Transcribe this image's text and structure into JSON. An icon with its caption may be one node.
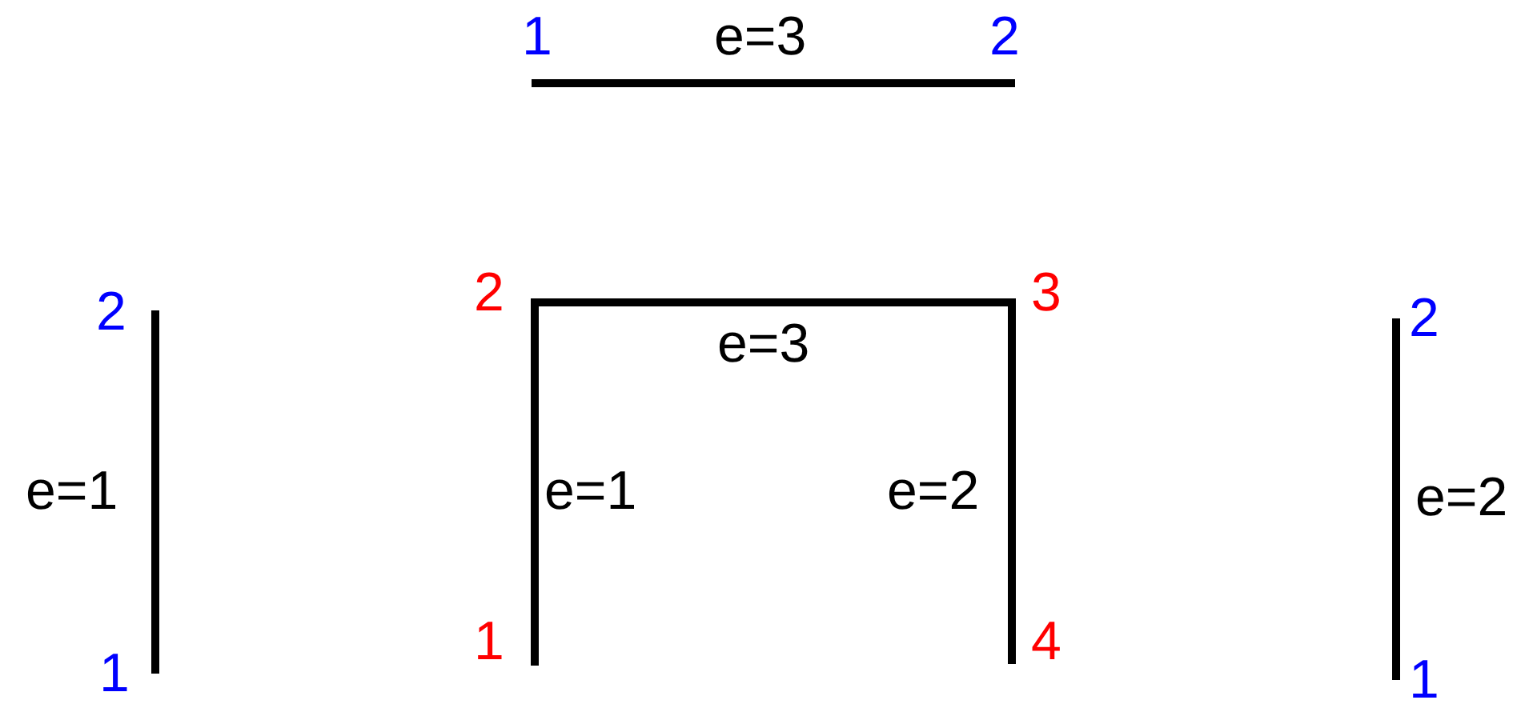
{
  "diagram": {
    "labels": [
      "1",
      "e=3",
      "2",
      "2",
      "2",
      "3",
      "2",
      "e=3",
      "e=1",
      "e=1",
      "e=2",
      "e=2",
      "1",
      "1",
      "4",
      "1"
    ]
  }
}
